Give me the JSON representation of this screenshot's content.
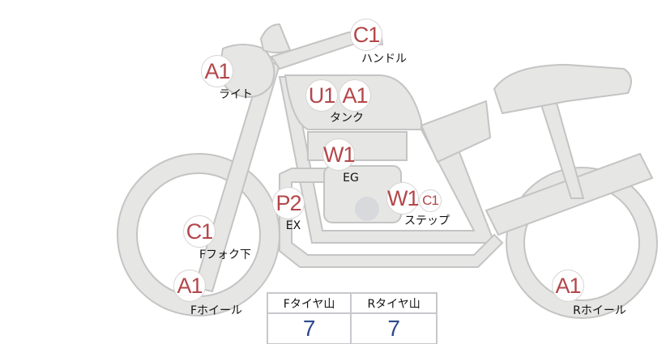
{
  "parts": {
    "handle": {
      "codes": [
        "C1"
      ],
      "label": "ハンドル"
    },
    "light": {
      "codes": [
        "A1"
      ],
      "label": "ライト"
    },
    "tank": {
      "codes": [
        "U1",
        "A1"
      ],
      "label": "タンク"
    },
    "engine": {
      "codes": [
        "W1"
      ],
      "label": "EG"
    },
    "exhaust": {
      "codes": [
        "P2"
      ],
      "label": "EX"
    },
    "step": {
      "codes": [
        "W1",
        "C1"
      ],
      "label": "ステップ"
    },
    "front_fork": {
      "codes": [
        "C1"
      ],
      "label": "Fフォク下"
    },
    "front_wheel": {
      "codes": [
        "A1"
      ],
      "label": "Fホイール"
    },
    "rear_wheel": {
      "codes": [
        "A1"
      ],
      "label": "Rホイール"
    }
  },
  "tyre_table": {
    "headers": [
      "Fタイヤ山",
      "Rタイヤ山"
    ],
    "values": [
      "7",
      "7"
    ]
  },
  "colors": {
    "code_text": "#b3474a",
    "value_text": "#2c4a8c",
    "bike_fill": "#e6e6e4",
    "bike_stroke": "#c4c4c4"
  }
}
